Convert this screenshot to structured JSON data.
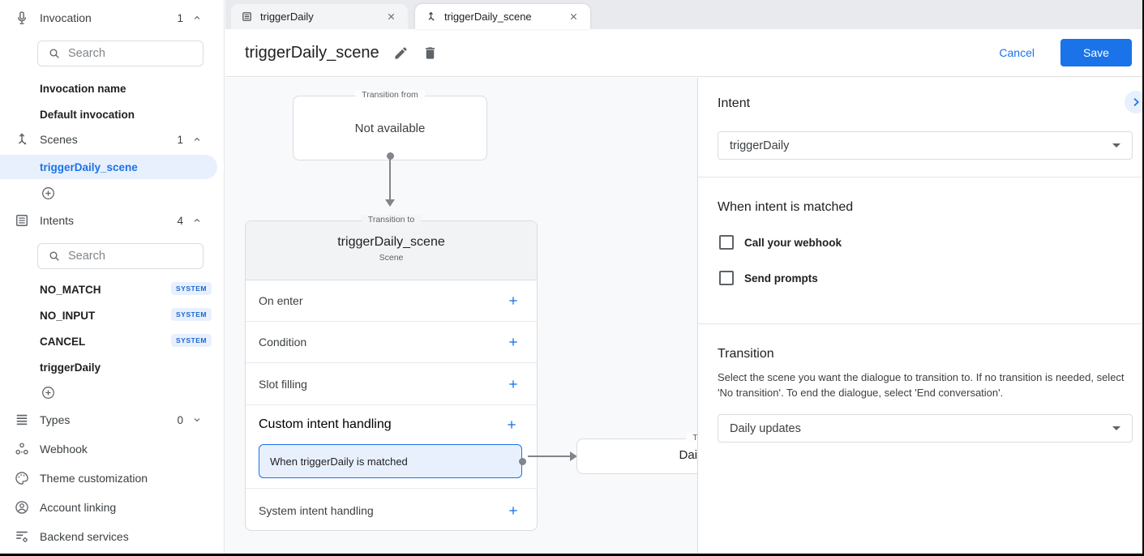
{
  "tabs": [
    {
      "label": "triggerDaily"
    },
    {
      "label": "triggerDaily_scene"
    }
  ],
  "header": {
    "title": "triggerDaily_scene",
    "cancel_label": "Cancel",
    "save_label": "Save"
  },
  "sidebar": {
    "search_placeholder": "Search",
    "invocation": {
      "label": "Invocation",
      "count": "1"
    },
    "invocation_items": [
      {
        "name": "Invocation name"
      },
      {
        "name": "Default invocation"
      }
    ],
    "scenes": {
      "label": "Scenes",
      "count": "1"
    },
    "scene_items": [
      {
        "name": "triggerDaily_scene"
      }
    ],
    "intents": {
      "label": "Intents",
      "count": "4"
    },
    "intent_items": [
      {
        "name": "NO_MATCH",
        "badge": "SYSTEM"
      },
      {
        "name": "NO_INPUT",
        "badge": "SYSTEM"
      },
      {
        "name": "CANCEL",
        "badge": "SYSTEM"
      },
      {
        "name": "triggerDaily",
        "badge": ""
      }
    ],
    "types": {
      "label": "Types",
      "count": "0"
    },
    "links": [
      {
        "label": "Webhook"
      },
      {
        "label": "Theme customization"
      },
      {
        "label": "Account linking"
      },
      {
        "label": "Backend services"
      }
    ]
  },
  "canvas": {
    "from_box": {
      "legend": "Transition from",
      "text": "Not available"
    },
    "scene_card": {
      "legend": "Transition to",
      "title": "triggerDaily_scene",
      "subtitle": "Scene",
      "rows": [
        {
          "label": "On enter"
        },
        {
          "label": "Condition"
        },
        {
          "label": "Slot filling"
        }
      ],
      "custom_row": {
        "label": "Custom intent handling",
        "child": "When triggerDaily is matched"
      },
      "system_row": {
        "label": "System intent handling"
      }
    },
    "target_box": {
      "legend": "Transition to",
      "title": "Daily updates"
    }
  },
  "panel": {
    "intent": {
      "heading": "Intent",
      "value": "triggerDaily"
    },
    "matched": {
      "heading": "When intent is matched",
      "options": [
        {
          "label": "Call your webhook"
        },
        {
          "label": "Send prompts"
        }
      ]
    },
    "transition": {
      "heading": "Transition",
      "description": "Select the scene you want the dialogue to transition to. If no transition is needed, select 'No transition'. To end the dialogue, select 'End conversation'.",
      "value": "Daily updates"
    }
  },
  "colors": {
    "accent": "#1a73e8",
    "accent_bg": "#e8f0fe",
    "badge_text": "#1967d2"
  }
}
